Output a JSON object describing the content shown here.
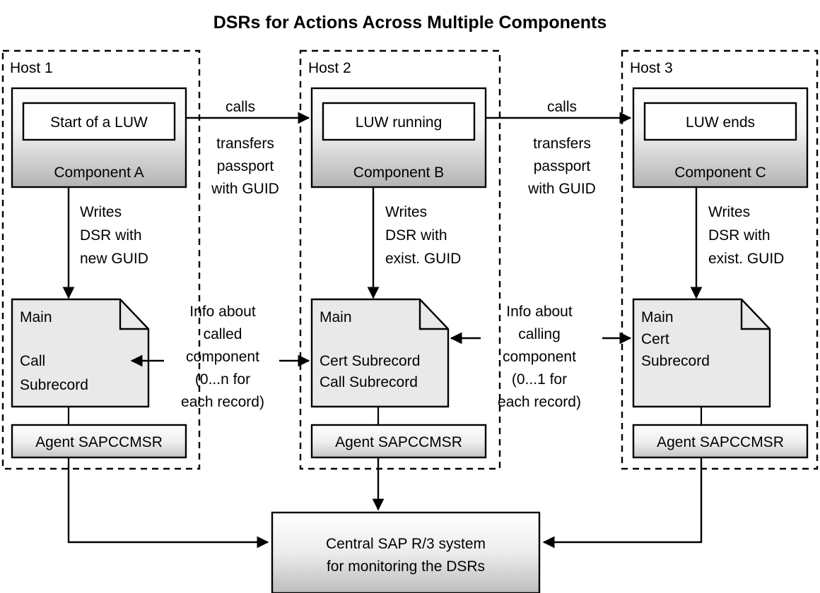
{
  "title": "DSRs for Actions Across Multiple Components",
  "hosts": [
    {
      "label": "Host 1"
    },
    {
      "label": "Host 2"
    },
    {
      "label": "Host 3"
    }
  ],
  "components": [
    {
      "state_label": "Start of a LUW",
      "name_label": "Component A",
      "write_note": [
        "Writes",
        "DSR with",
        "new GUID"
      ]
    },
    {
      "state_label": "LUW running",
      "name_label": "Component B",
      "write_note": [
        "Writes",
        "DSR with",
        "exist. GUID"
      ]
    },
    {
      "state_label": "LUW ends",
      "name_label": "Component C",
      "write_note": [
        "Writes",
        "DSR with",
        "exist. GUID"
      ]
    }
  ],
  "call_edges": [
    {
      "label_top": "calls",
      "label_body": [
        "transfers",
        "passport",
        "with GUID"
      ]
    },
    {
      "label_top": "calls",
      "label_body": [
        "transfers",
        "passport",
        "with GUID"
      ]
    }
  ],
  "records": [
    {
      "lines": [
        "Main",
        "",
        "Call",
        "Subrecord"
      ]
    },
    {
      "lines": [
        "Main",
        "",
        "Cert Subrecord",
        "Call Subrecord"
      ]
    },
    {
      "lines": [
        "Main",
        "Cert",
        "Subrecord"
      ]
    }
  ],
  "agents": [
    {
      "label": "Agent SAPCCMSR"
    },
    {
      "label": "Agent SAPCCMSR"
    },
    {
      "label": "Agent SAPCCMSR"
    }
  ],
  "info_notes": [
    {
      "lines": [
        "Info about",
        "called",
        "component",
        "(0...n for",
        "each record)"
      ]
    },
    {
      "lines": [
        "Info about",
        "calling",
        "component",
        "(0...1 for",
        "each record)"
      ]
    }
  ],
  "central_system": {
    "lines": [
      "Central SAP R/3 system",
      "for monitoring the DSRs"
    ]
  },
  "colors": {
    "stroke": "#000000",
    "background": "#ffffff",
    "component_fill_top": "#ffffff",
    "component_fill_bottom": "#b5b5b5",
    "record_fill": "#e8e8e8",
    "agent_fill_top": "#ffffff",
    "agent_fill_bottom": "#c8c8c8",
    "central_fill_top": "#ffffff",
    "central_fill_bottom": "#c0c0c0"
  }
}
